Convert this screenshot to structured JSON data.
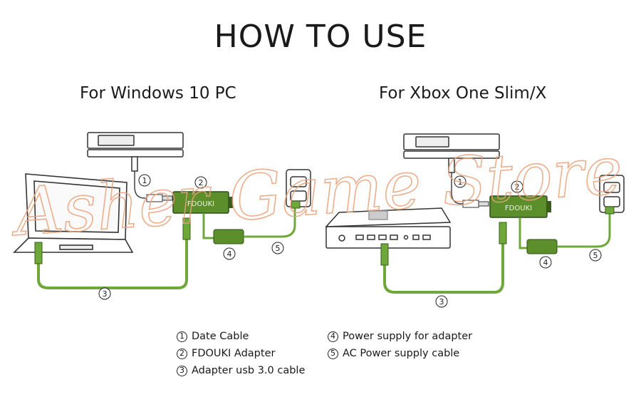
{
  "title": "HOW TO USE",
  "subtitles": {
    "left": "For Windows 10 PC",
    "right": "For Xbox One Slim/X"
  },
  "adapter_label": "FDOUKI",
  "watermark": "Asher Game Store",
  "callouts": [
    "1",
    "2",
    "3",
    "4",
    "5"
  ],
  "legend": {
    "left": [
      {
        "num": "1",
        "label": "Date Cable"
      },
      {
        "num": "2",
        "label": "FDOUKI Adapter"
      },
      {
        "num": "3",
        "label": "Adapter usb 3.0 cable"
      }
    ],
    "right": [
      {
        "num": "4",
        "label": "Power supply for adapter"
      },
      {
        "num": "5",
        "label": "AC Power supply cable"
      }
    ]
  },
  "colors": {
    "cable": "#6fa83a",
    "adapter": "#5c8f2c",
    "watermark": "#e9a27a"
  }
}
